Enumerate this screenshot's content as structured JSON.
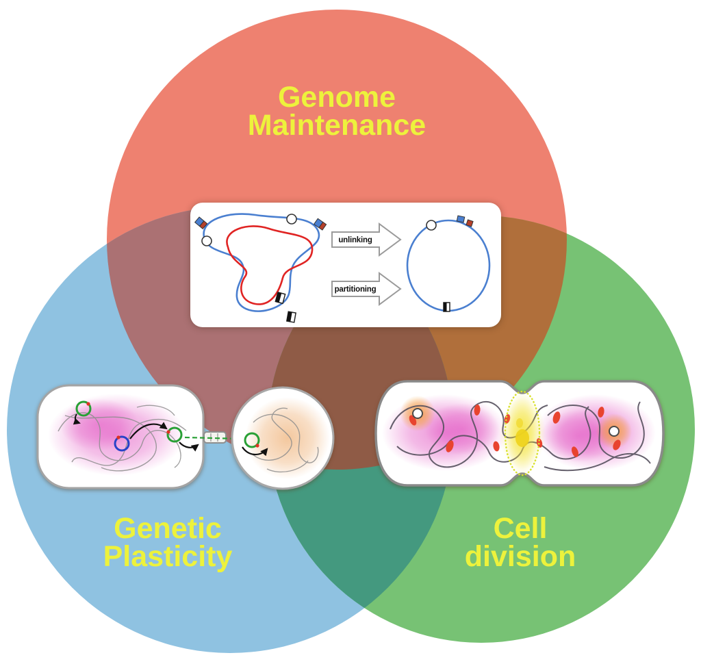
{
  "figure": {
    "background": "#FFFFFF",
    "venn": {
      "label_color": "#EDF23C",
      "regions": {
        "genome_maintenance": {
          "line1": "Genome",
          "line2": "Maintenance",
          "color": "#EE8170"
        },
        "genetic_plasticity": {
          "line1": "Genetic",
          "line2": "Plasticity",
          "color": "#8FC2E1"
        },
        "cell_division": {
          "line1": "Cell",
          "line2": "division",
          "color": "#77C274"
        },
        "overlap_top_left": {
          "color": "#AB7173"
        },
        "overlap_top_right": {
          "color": "#B06F3B"
        },
        "overlap_left_right": {
          "color": "#44997F"
        },
        "overlap_center": {
          "color": "#8F5B46"
        }
      }
    },
    "insets": {
      "unlinking_partitioning": {
        "arrow_top_label": "unlinking",
        "arrow_bottom_label": "partitioning",
        "dna_blue": "#4A7FD0",
        "dna_red": "#E02423"
      },
      "genetic_plasticity_cells": {
        "plasmid_green": "#28A035",
        "plasmid_blue": "#2743C8",
        "nucleoid_pink": "#E049BE"
      },
      "cell_division_cell": {
        "septum_yellow": "#EED31C",
        "protein_red": "#E8432F"
      }
    }
  }
}
